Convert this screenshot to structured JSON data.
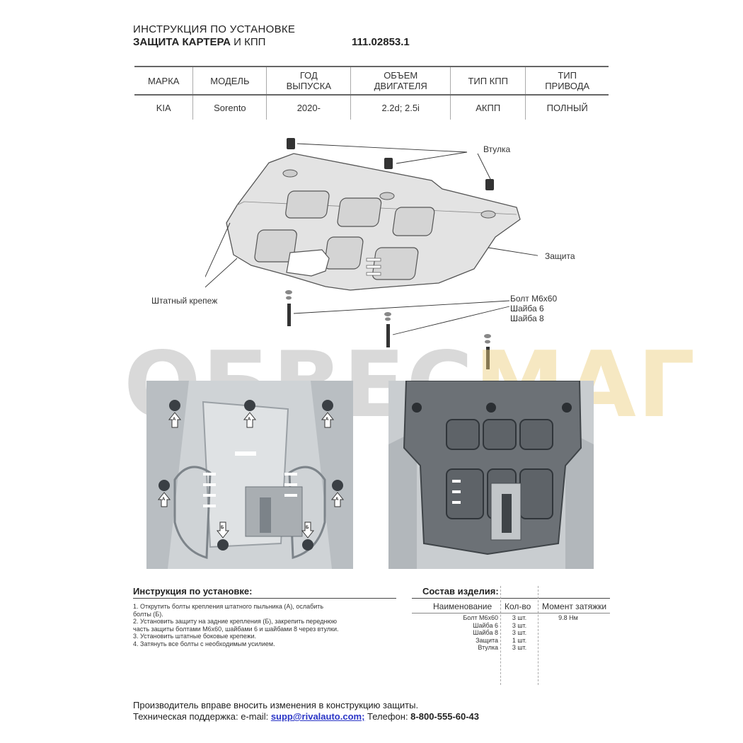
{
  "header": {
    "line1": "ИНСТРУКЦИЯ ПО УСТАНОВКЕ",
    "line2_bold": "ЗАЩИТА КАРТЕРА",
    "line2_rest": " И КПП",
    "doc_number": "111.02853.1"
  },
  "spec_table": {
    "headers": [
      [
        "МАРКА"
      ],
      [
        "МОДЕЛЬ"
      ],
      [
        "ГОД",
        "ВЫПУСКА"
      ],
      [
        "ОБЪЕМ",
        "ДВИГАТЕЛЯ"
      ],
      [
        "ТИП КПП"
      ],
      [
        "ТИП",
        "ПРИВОДА"
      ]
    ],
    "row": [
      "KIA",
      "Sorento",
      "2020-",
      "2.2d; 2.5i",
      "АКПП",
      "ПОЛНЫЙ"
    ]
  },
  "diagram_labels": {
    "bushing": "Втулка",
    "guard": "Защита",
    "stock_fasteners": "Штатный крепеж",
    "bolt": "Болт М6х60",
    "washer6": "Шайба 6",
    "washer8": "Шайба 8"
  },
  "watermark": {
    "part1": "ОБВЕС",
    "part2": "МАГ"
  },
  "photo_markers": {
    "a": "А",
    "b": "Б"
  },
  "instructions": {
    "title": "Инструкция по установке:",
    "steps": [
      "1. Открутить болты крепления штатного пыльника (А), ослабить",
      "болты (Б).",
      "2. Установить защиту на задние крепления (Б), закрепить переднюю",
      "часть защиты болтами М6х60, шайбами 6 и шайбами 8 через втулки.",
      "3. Установить штатные боковые крепежи.",
      "4. Затянуть все болты с необходимым усилием."
    ]
  },
  "composition": {
    "title": "Состав изделия:",
    "headers": {
      "name": "Наименование",
      "qty": "Кол-во",
      "torque": "Момент затяжки"
    },
    "names": [
      "Болт М6х60",
      "Шайба 6",
      "Шайба 8",
      "Защита",
      "Втулка"
    ],
    "qtys": [
      "3 шт.",
      "3 шт.",
      "3 шт.",
      "1 шт.",
      "3 шт."
    ],
    "torque": "9.8 Нм"
  },
  "footer": {
    "line1": "Производитель вправе вносить изменения в конструкцию защиты.",
    "support_label": "Техническая поддержка:  e-mail: ",
    "email": "supp@rivalauto.com;",
    "phone_label": " Телефон: ",
    "phone": "8-800-555-60-43"
  }
}
